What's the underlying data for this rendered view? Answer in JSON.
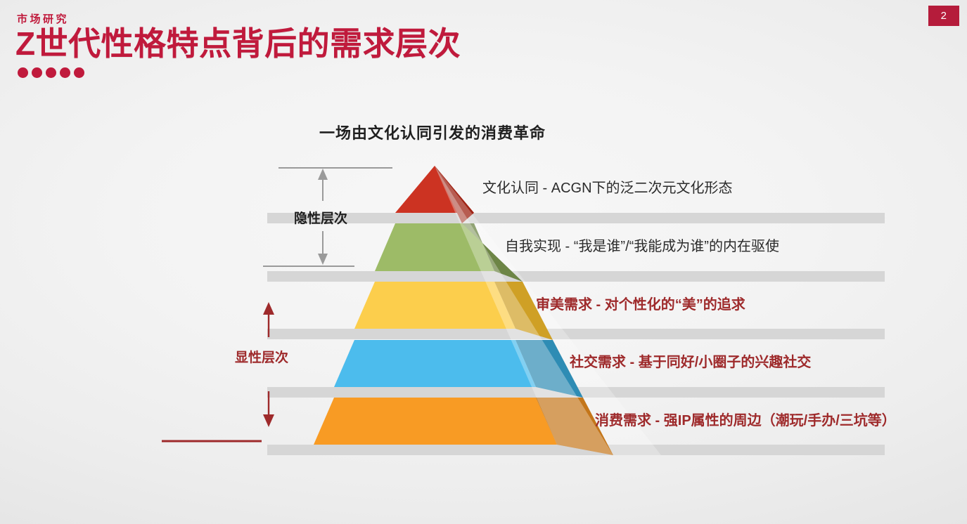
{
  "page": {
    "number": "2",
    "badge_color": "#b51c3b",
    "background": "#efefef"
  },
  "header": {
    "eyebrow": "市场研究",
    "title": "Z世代性格特点背后的需求层次",
    "accent_color": "#c01a3c",
    "dots": 5
  },
  "subtitle": "一场由文化认同引发的消费革命",
  "chart_data": {
    "type": "pyramid",
    "title": "一场由文化认同引发的消费革命",
    "orientation": "apex-top",
    "tier_count": 5,
    "levels": [
      {
        "rank": 5,
        "name": "文化认同",
        "label": "文化认同 - ACGN下的泛二次元文化形态",
        "group": "隐性层次",
        "color": "#cc3322",
        "shade_color": "#9e2415",
        "emphasis": "normal",
        "text_color": "#2b2b2b"
      },
      {
        "rank": 4,
        "name": "自我实现",
        "label": "自我实现 - “我是谁”/“我能成为谁”的内在驱使",
        "group": "隐性层次",
        "color": "#9dbb67",
        "shade_color": "#6d8546",
        "emphasis": "normal",
        "text_color": "#2b2b2b"
      },
      {
        "rank": 3,
        "name": "审美需求",
        "label": "审美需求 - 对个性化的“美”的追求",
        "group": "显性层次",
        "color": "#fcce4c",
        "shade_color": "#cfa025",
        "emphasis": "bold",
        "text_color": "#9e2a2b"
      },
      {
        "rank": 2,
        "name": "社交需求",
        "label": "社交需求 - 基于同好/小圈子的兴趣社交",
        "group": "显性层次",
        "color": "#4cbced",
        "shade_color": "#2e8cb4",
        "emphasis": "bold",
        "text_color": "#9e2a2b"
      },
      {
        "rank": 1,
        "name": "消费需求",
        "label": "消费需求 - 强IP属性的周边（潮玩/手办/三坑等）",
        "group": "显性层次",
        "color": "#f89b24",
        "shade_color": "#c4761a",
        "emphasis": "bold",
        "text_color": "#9e2a2b"
      }
    ],
    "groups": [
      {
        "name": "隐性层次",
        "covers": [
          "文化认同",
          "自我实现"
        ],
        "color": "#8c8c8c",
        "text_color": "#1f1f1f"
      },
      {
        "name": "显性层次",
        "covers": [
          "审美需求",
          "社交需求",
          "消费需求"
        ],
        "color": "#9e2a2b",
        "text_color": "#9e2a2b"
      }
    ],
    "separator_bar_color": "#d6d6d6",
    "baseline_color": "#9e2a2b"
  }
}
